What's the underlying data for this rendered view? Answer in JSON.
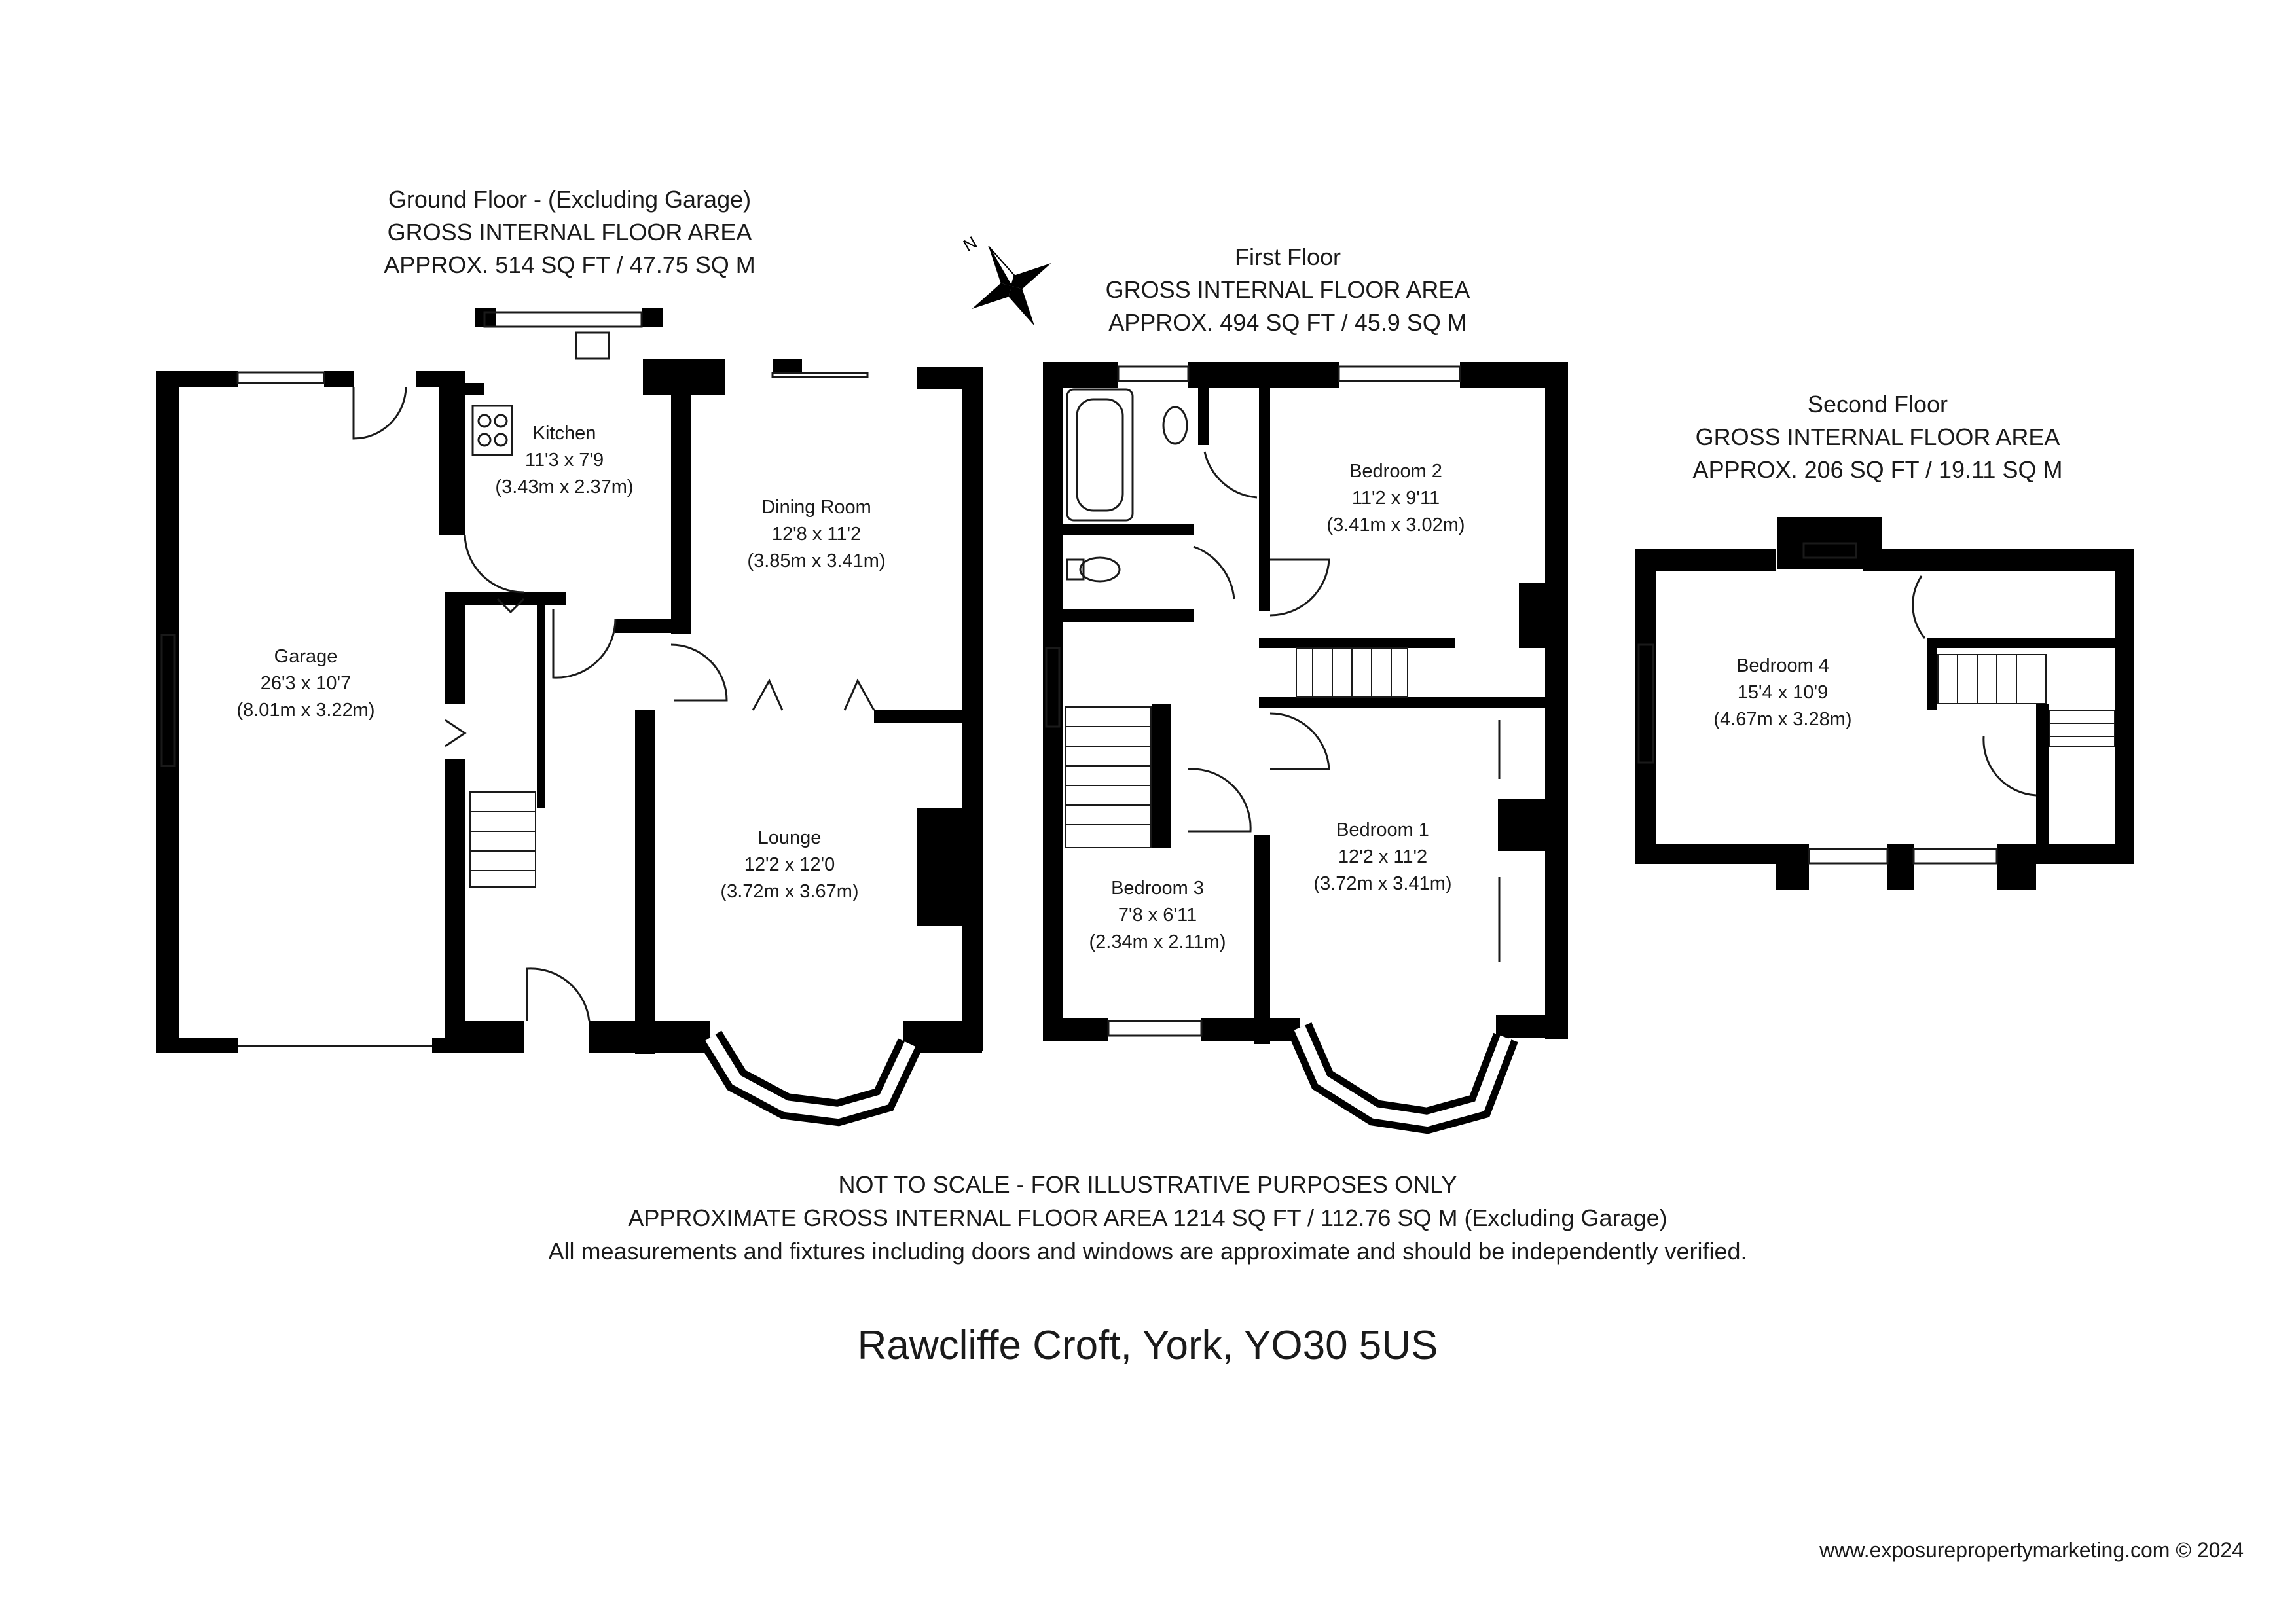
{
  "floors": {
    "ground": {
      "title": "Ground Floor -  (Excluding Garage)",
      "gia_label": "GROSS INTERNAL FLOOR AREA",
      "area": "APPROX. 514 SQ FT / 47.75 SQ M"
    },
    "first": {
      "title": "First Floor",
      "gia_label": "GROSS INTERNAL FLOOR AREA",
      "area": "APPROX. 494 SQ FT / 45.9 SQ M"
    },
    "second": {
      "title": "Second Floor",
      "gia_label": "GROSS INTERNAL FLOOR AREA",
      "area": "APPROX. 206 SQ FT / 19.11 SQ M"
    }
  },
  "rooms": {
    "garage": {
      "name": "Garage",
      "imperial": "26'3 x 10'7",
      "metric": "(8.01m x 3.22m)"
    },
    "kitchen": {
      "name": "Kitchen",
      "imperial": "11'3 x 7'9",
      "metric": "(3.43m x 2.37m)"
    },
    "dining": {
      "name": "Dining Room",
      "imperial": "12'8 x 11'2",
      "metric": "(3.85m x 3.41m)"
    },
    "lounge": {
      "name": "Lounge",
      "imperial": "12'2 x 12'0",
      "metric": "(3.72m x 3.67m)"
    },
    "bedroom2": {
      "name": "Bedroom 2",
      "imperial": "11'2 x 9'11",
      "metric": "(3.41m x 3.02m)"
    },
    "bedroom1": {
      "name": "Bedroom 1",
      "imperial": "12'2 x 11'2",
      "metric": "(3.72m x 3.41m)"
    },
    "bedroom3": {
      "name": "Bedroom 3",
      "imperial": "7'8 x 6'11",
      "metric": "(2.34m x 2.11m)"
    },
    "bedroom4": {
      "name": "Bedroom 4",
      "imperial": "15'4 x 10'9",
      "metric": "(4.67m x 3.28m)"
    }
  },
  "compass": {
    "label": "N",
    "icon": "north-arrow-icon"
  },
  "footer": {
    "line1": "NOT TO SCALE - FOR ILLUSTRATIVE PURPOSES ONLY",
    "line2": "APPROXIMATE GROSS INTERNAL FLOOR AREA 1214 SQ FT / 112.76 SQ M  (Excluding Garage)",
    "line3": "All measurements and fixtures including doors and windows are approximate and should be independently verified."
  },
  "address": "Rawcliffe Croft, York, YO30 5US",
  "credit": "www.exposurepropertymarketing.com © 2024",
  "colors": {
    "wall": "#000000",
    "line": "#1a1a1a",
    "background": "#ffffff"
  }
}
